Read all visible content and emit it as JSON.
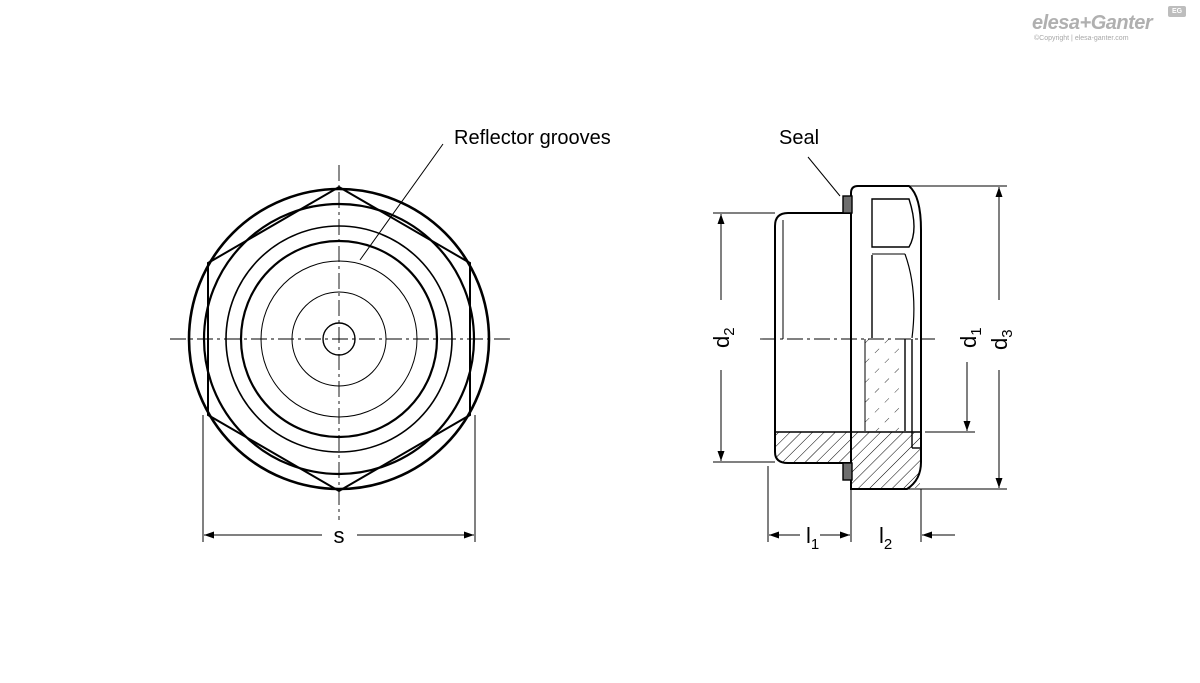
{
  "brand": {
    "name": "elesa+Ganter",
    "copyright": "©Copyright | elesa-ganter.com",
    "badge": "EG"
  },
  "labels": {
    "reflector_grooves": "Reflector grooves",
    "seal": "Seal",
    "s": "s",
    "d2_base": "d",
    "d2_sub": "2",
    "d1_base": "d",
    "d1_sub": "1",
    "d3_base": "d",
    "d3_sub": "3",
    "l1_base": "l",
    "l1_sub": "1",
    "l2_base": "l",
    "l2_sub": "2"
  },
  "colors": {
    "line": "#000000",
    "seal": "#6e6e6e",
    "brand": "#b0b0b0"
  }
}
